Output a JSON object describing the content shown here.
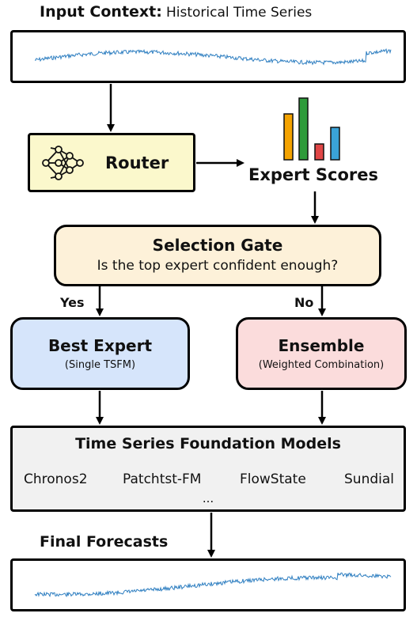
{
  "input": {
    "title_bold": "Input Context:",
    "title_rest": "Historical Time Series"
  },
  "router": {
    "label": "Router",
    "icon": "neural-network-icon"
  },
  "scores": {
    "label": "Expert Scores",
    "bar_colors": [
      "#f4a300",
      "#2e9b3a",
      "#e04646",
      "#3aa3d8"
    ]
  },
  "gate": {
    "title": "Selection Gate",
    "question": "Is the top expert confident enough?"
  },
  "branches": {
    "yes": "Yes",
    "no": "No"
  },
  "best": {
    "title": "Best Expert",
    "subtitle": "(Single TSFM)"
  },
  "ensemble": {
    "title": "Ensemble",
    "subtitle": "(Weighted Combination)"
  },
  "tsfm": {
    "title": "Time Series Foundation Models",
    "models": [
      "Chronos2",
      "Patchtst-FM",
      "FlowState",
      "Sundial"
    ],
    "more": "..."
  },
  "output": {
    "title": "Final Forecasts"
  },
  "colors": {
    "router_fill": "#fbf8cc",
    "gate_fill": "#fdf1d9",
    "best_fill": "#d6e5fb",
    "ensemble_fill": "#fbdcdc",
    "tsfm_fill": "#f1f1f1",
    "series_line": "#2f7fc1"
  }
}
